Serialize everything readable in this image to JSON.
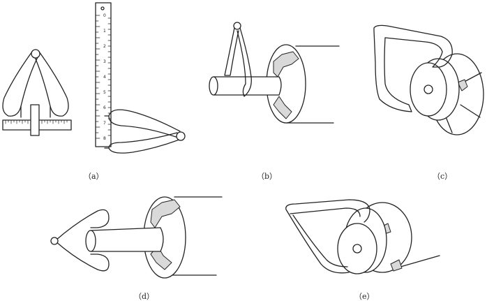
{
  "figure": {
    "captions": {
      "a": "（a）",
      "b": "（b）",
      "c": "（c）",
      "d": "（d）",
      "e": "（e）"
    },
    "ruler_scale_labels": [
      "0",
      "1",
      "2",
      "3",
      "4",
      "5",
      "6",
      "7",
      "8"
    ],
    "colors": {
      "stroke": "#222222",
      "shade": "#d9d9d9",
      "background": "#ffffff"
    }
  }
}
